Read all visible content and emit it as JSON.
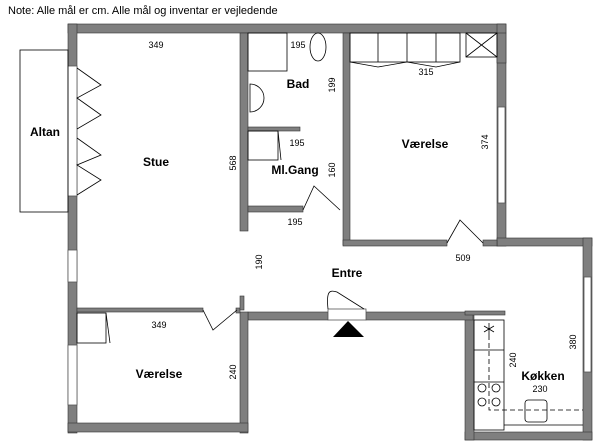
{
  "note": "Note: Alle mål er cm. Alle mål og inventar er vejledende",
  "rooms": {
    "altan": {
      "label": "Altan"
    },
    "stue": {
      "label": "Stue",
      "width": "349",
      "length": "568"
    },
    "bad": {
      "label": "Bad",
      "width": "195",
      "length": "199"
    },
    "gang": {
      "label": "Ml.Gang",
      "width_top": "195",
      "width_bottom": "195",
      "length": "160"
    },
    "vaerelse1": {
      "label": "Værelse",
      "width": "315",
      "length": "374"
    },
    "entre": {
      "label": "Entre",
      "length": "509",
      "width": "190"
    },
    "vaerelse2": {
      "label": "Værelse",
      "width": "349",
      "length": "240"
    },
    "kokken": {
      "label": "Køkken",
      "width": "230",
      "length": "380",
      "counter": "240"
    }
  },
  "colors": {
    "wall": "#808080",
    "line": "#000000"
  }
}
